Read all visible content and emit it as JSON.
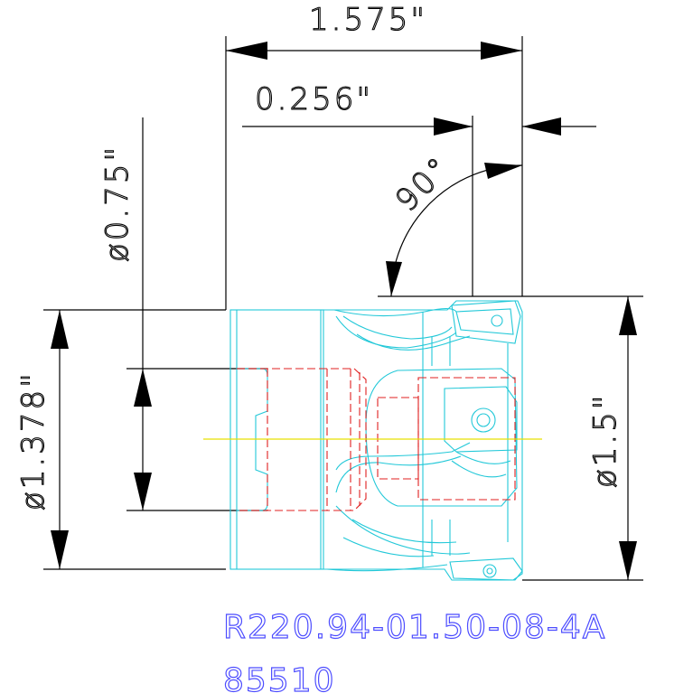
{
  "dimensions": {
    "overall_length": "1.575\"",
    "insert_offset": "0.256\"",
    "angle": "90°",
    "shank_diameter": "ø0.75\"",
    "body_diameter": "ø1.378\"",
    "cutting_diameter": "ø1.5\""
  },
  "part": {
    "number": "R220.94-01.50-08-4A",
    "code": "85510"
  },
  "colors": {
    "dimension": "#000000",
    "outline": "#22c8d8",
    "hidden": "#e02020",
    "centerline": "#e8e000",
    "part_text": "#4d4dff"
  }
}
